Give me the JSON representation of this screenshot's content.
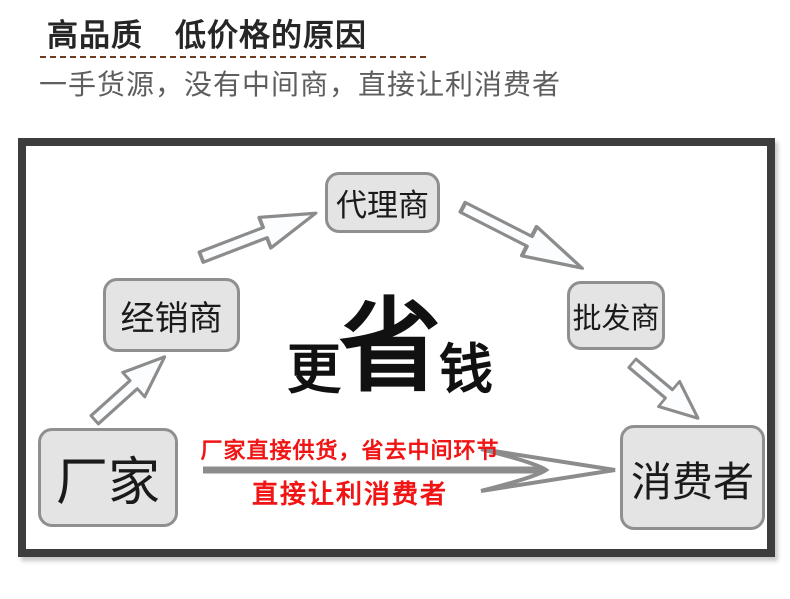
{
  "header": {
    "title": "高品质　低价格的原因",
    "subtitle": "一手货源，没有中间商，直接让利消费者"
  },
  "diagram": {
    "nodes": [
      {
        "id": "factory",
        "label": "厂家"
      },
      {
        "id": "distributor",
        "label": "经销商"
      },
      {
        "id": "agent",
        "label": "代理商"
      },
      {
        "id": "wholesaler",
        "label": "批发商"
      },
      {
        "id": "consumer",
        "label": "消费者"
      }
    ],
    "center": {
      "left": "更",
      "big": "省",
      "right": "钱"
    },
    "notes": {
      "above_arrow": "厂家直接供货，省去中间环节",
      "below_arrow": "直接让利消费者"
    },
    "icons": [
      "arrow-factory-to-distributor-icon",
      "arrow-distributor-to-agent-icon",
      "arrow-agent-to-wholesaler-icon",
      "arrow-wholesaler-to-consumer-icon",
      "arrow-factory-to-consumer-icon"
    ]
  },
  "colors": {
    "title_text": "#262626",
    "subtitle_text": "#5e5e5e",
    "divider_dashed": "#6e3b21",
    "frame_border": "#3d3d3d",
    "node_fill": "#e4e4e4",
    "node_border": "#8f8f8f",
    "arrow_outline": "#8c8c8c",
    "arrow_fill": "#fbfdfe",
    "note_red": "#f01414",
    "center_text": "#111111"
  }
}
